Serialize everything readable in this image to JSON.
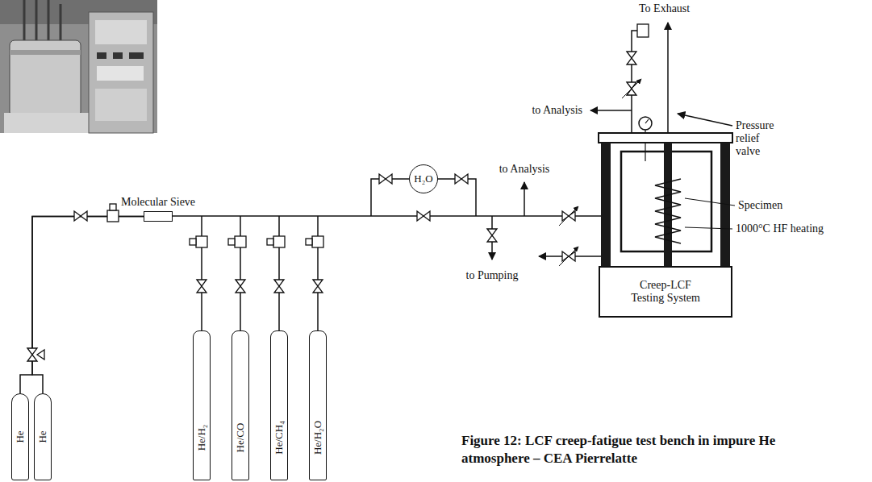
{
  "diagram": {
    "caption": "Figure 12: LCF creep-fatigue test bench in impure He atmosphere – CEA Pierrelatte",
    "nodes": [
      {
        "text": [
          "He"
        ]
      },
      {
        "text": [
          "He"
        ]
      },
      {
        "text": [
          "Molecular Sieve"
        ]
      },
      {
        "text": [
          "He/H₂"
        ]
      },
      {
        "text": [
          "He/CO"
        ]
      },
      {
        "text": [
          "He/CH₄"
        ]
      },
      {
        "text": [
          "He/H₂O"
        ]
      },
      {
        "text": [
          "H₂O"
        ]
      },
      {
        "text": [
          "Creep-LCF Testing System"
        ]
      }
    ],
    "edges": [
      {
        "from": 0,
        "to": 2,
        "arrow": "none"
      },
      {
        "from": 1,
        "to": 2,
        "arrow": "none"
      }
    ],
    "labels": [
      "To Exhaust",
      "to Analysis",
      "Pressure relief valve",
      "to Analysis",
      "Specimen",
      "1000°C HF heating",
      "to Pumping"
    ]
  }
}
